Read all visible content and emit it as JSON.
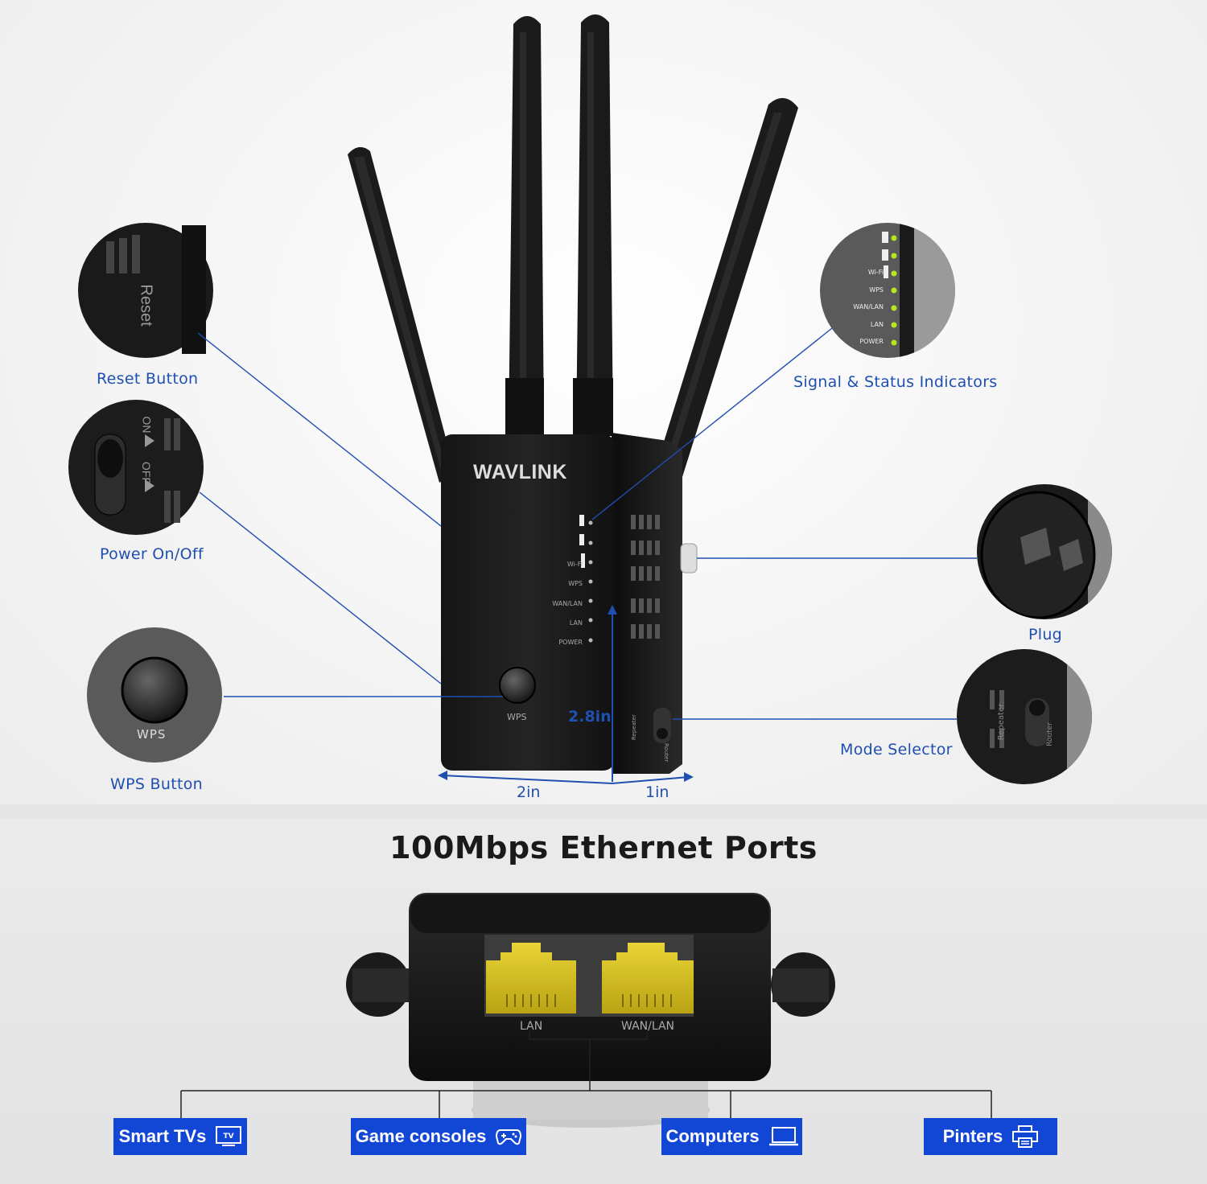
{
  "device": {
    "brand": "WAVLINK",
    "leds": [
      "Wi-Fi",
      "WPS",
      "WAN/LAN",
      "LAN",
      "POWER"
    ],
    "button_label": "WPS",
    "mode_switch_labels": [
      "Repeater",
      "Router"
    ]
  },
  "callouts": {
    "reset": {
      "label": "Reset Button",
      "inset_text": "Reset"
    },
    "power": {
      "label": "Power On/Off",
      "inset_on": "ON",
      "inset_off": "OFF"
    },
    "wps": {
      "label": "WPS Button",
      "inset_text": "WPS"
    },
    "indicators": {
      "label": "Signal & Status Indicators",
      "inset_leds": [
        "Wi-Fi",
        "WPS",
        "WAN/LAN",
        "LAN",
        "POWER"
      ]
    },
    "plug": {
      "label": "Plug"
    },
    "mode": {
      "label": "Mode Selector",
      "inset_repeater": "Repeater",
      "inset_router": "Router"
    }
  },
  "dimensions": {
    "height": "2.8in",
    "width": "2in",
    "depth": "1in"
  },
  "ports": {
    "title": "100Mbps Ethernet Ports",
    "port_labels": [
      "LAN",
      "WAN/LAN"
    ]
  },
  "targets": [
    {
      "label": "Smart TVs",
      "icon": "tv-icon"
    },
    {
      "label": "Game consoles",
      "icon": "gamepad-icon"
    },
    {
      "label": "Computers",
      "icon": "laptop-icon"
    },
    {
      "label": "Pinters",
      "icon": "printer-icon"
    }
  ],
  "colors": {
    "accent": "#1f4fb0",
    "tag_bg": "#1247d6",
    "led": "#b6e61e",
    "port": "#d8c21a"
  }
}
